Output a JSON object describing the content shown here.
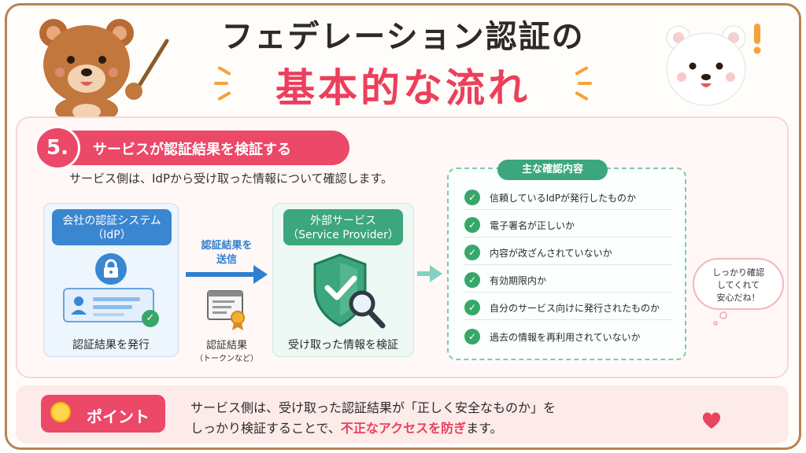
{
  "title": {
    "line1": "フェデレーション認証の",
    "line2": "基本的な流れ"
  },
  "step": {
    "number": "5.",
    "title": "サービスが認証結果を検証する",
    "lead": "サービス側は、IdPから受け取った情報について確認します。"
  },
  "idp_box": {
    "header_line1": "会社の認証システム",
    "header_line2": "（IdP）",
    "caption": "認証結果を発行"
  },
  "transfer": {
    "label_line1": "認証結果を",
    "label_line2": "送信",
    "token_label": "認証結果",
    "token_sub": "（トークンなど）"
  },
  "sp_box": {
    "header_line1": "外部サービス",
    "header_line2": "（Service Provider）",
    "caption": "受け取った情報を検証"
  },
  "checklist": {
    "header": "主な確認内容",
    "items": [
      "信頼しているIdPが発行したものか",
      "電子署名が正しいか",
      "内容が改ざんされていないか",
      "有効期限内か",
      "自分のサービス向けに発行されたものか",
      "過去の情報を再利用されていないか"
    ]
  },
  "bubble": {
    "line1": "しっかり確認",
    "line2": "してくれて",
    "line3": "安心だね！"
  },
  "point": {
    "label": "ポイント",
    "line1": "サービス側は、受け取った認証結果が「正しく安全なものか」を",
    "line2_prefix": "しっかり検証することで、",
    "line2_highlight": "不正なアクセスを防ぎ",
    "line2_suffix": "ます。"
  },
  "colors": {
    "accent_red": "#ec4868",
    "blue": "#3a86d0",
    "green": "#3ca67d",
    "frame_brown": "#b88452"
  },
  "icons": [
    "lock-icon",
    "id-card-icon",
    "certificate-icon",
    "shield-check-icon",
    "magnifier-icon",
    "check-circle-icon",
    "lightbulb-icon",
    "heart-icon"
  ]
}
